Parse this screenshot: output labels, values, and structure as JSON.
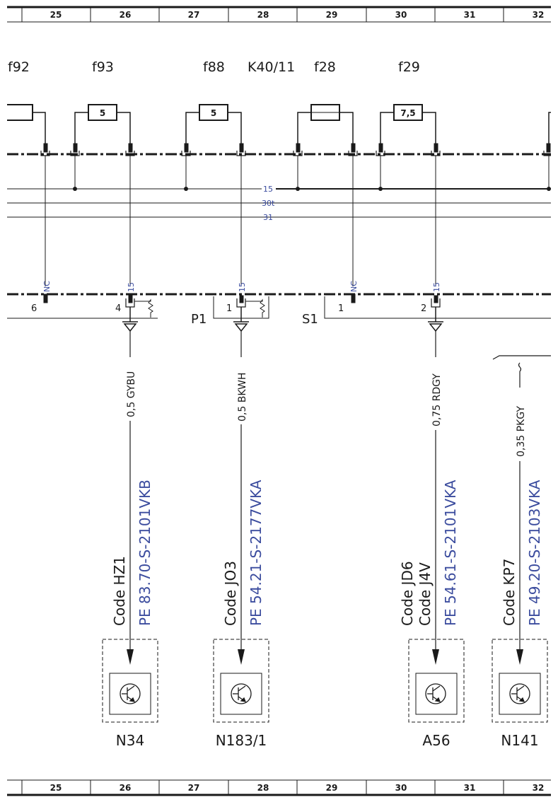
{
  "grid": {
    "columns": [
      "25",
      "26",
      "27",
      "28",
      "29",
      "30",
      "31",
      "32"
    ]
  },
  "fuses": {
    "f92": "f92",
    "f93": "f93",
    "f88": "f88",
    "k40": "K40/11",
    "f28": "f28",
    "f29": "f29",
    "f93_rating": "5",
    "f88_rating": "5",
    "f29_rating": "7,5"
  },
  "bus_lines": {
    "line_15": "15",
    "line_30t": "30t",
    "line_31": "31"
  },
  "terminals": {
    "nc1": "NC",
    "t15a": "15",
    "t15b": "15",
    "nc2": "NC",
    "t15c": "15"
  },
  "pins": {
    "pin6": "6",
    "pin4": "4",
    "pin1a": "1",
    "pin1b": "1",
    "pin2": "2"
  },
  "connectors": {
    "p1": "P1",
    "s1": "S1"
  },
  "wires": {
    "w1": "0,5 GYBU",
    "w2": "0,5 BKWH",
    "w3": "0,75 RDGY",
    "w4": "0,35 PKGY"
  },
  "codes": {
    "c1": "Code HZ1",
    "c2": "Code JO3",
    "c3a": "Code JD6",
    "c3b": "Code J4V",
    "c4": "Code KP7"
  },
  "parts": {
    "p1": "PE 83.70-S-2101VKB",
    "p2": "PE 54.21-S-2177VKA",
    "p3": "PE 54.61-S-2101VKA",
    "p4": "PE 49.20-S-2103VKA"
  },
  "components": {
    "n34": "N34",
    "n183": "N183/1",
    "a56": "A56",
    "n141": "N141"
  },
  "colors": {
    "line": "#1a1a1a",
    "accent_blue": "#3b4c9e"
  }
}
